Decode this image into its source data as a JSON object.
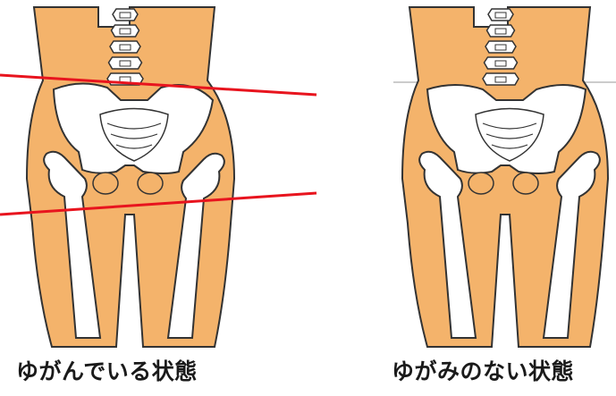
{
  "colors": {
    "skin": "#F4B36B",
    "outline": "#333333",
    "bone": "#FFFFFF",
    "indicator_line": "#E8141E",
    "reference_line": "#BBBBBB",
    "caption_text": "#1A1A1A"
  },
  "panels": [
    {
      "id": "distorted",
      "caption": "ゆがんでいる状態",
      "tilted": true
    },
    {
      "id": "normal",
      "caption": "ゆがみのない状態",
      "tilted": false
    }
  ]
}
